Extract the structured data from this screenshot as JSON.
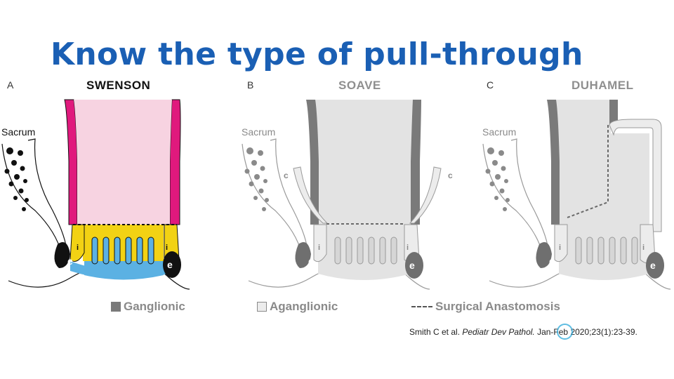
{
  "title": "Know the type of pull-through",
  "panels": [
    {
      "letter": "A",
      "name": "SWENSON",
      "sacrum_label": "Sacrum",
      "sphincter_label": "e",
      "internal_label": "i",
      "colon_label": ""
    },
    {
      "letter": "B",
      "name": "SOAVE",
      "sacrum_label": "Sacrum",
      "sphincter_label": "e",
      "internal_label": "i",
      "colon_label": "c"
    },
    {
      "letter": "C",
      "name": "DUHAMEL",
      "sacrum_label": "Sacrum",
      "sphincter_label": "e",
      "internal_label": "i",
      "colon_label": ""
    }
  ],
  "legend": {
    "ganglionic": "Ganglionic",
    "aganglionic": "Aganglionic",
    "anastomosis": "Surgical Anastomosis"
  },
  "citation": {
    "authors": "Smith C et al. ",
    "journal": "Pediatr Dev Pathol.",
    "details": " Jan-Feb 2020;23(1):23-39."
  },
  "colors": {
    "title": "#1a5fb4",
    "swenson_wall": "#e0197d",
    "swenson_lumen": "#f7d3e1",
    "swenson_aganglionic": "#f2d214",
    "swenson_base": "#5bb1e3",
    "gray_wall": "#7a7a7a",
    "gray_lumen": "#e3e3e3"
  }
}
